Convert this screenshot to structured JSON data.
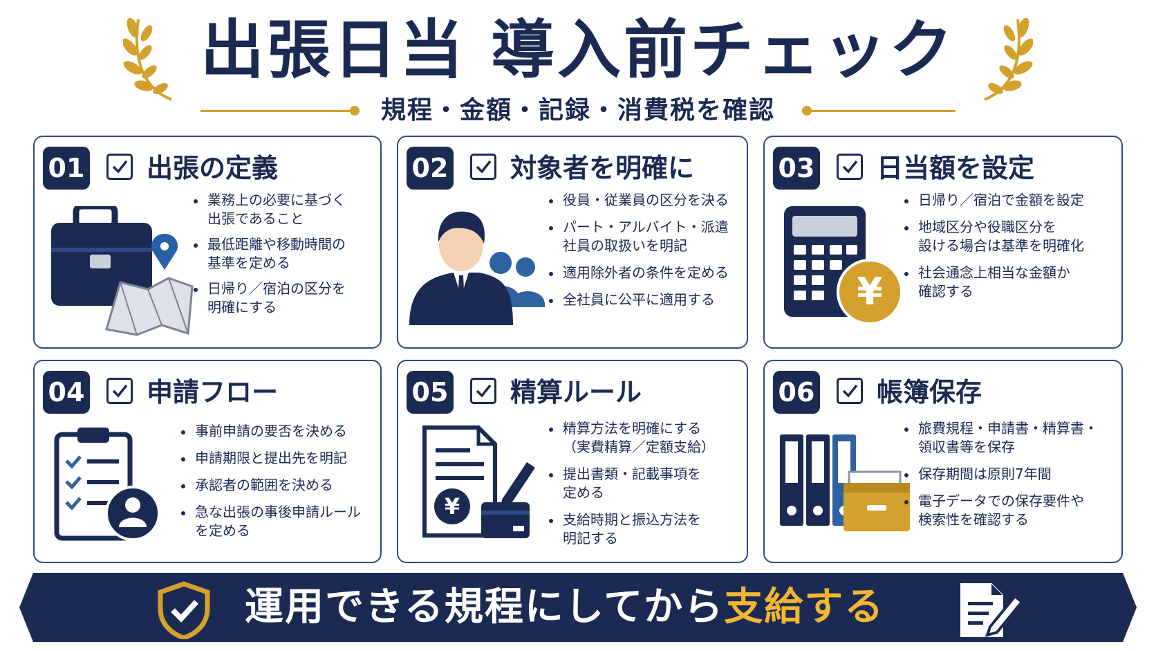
{
  "header": {
    "title": "出張日当 導入前チェック",
    "subtitle": "規程・金額・記録・消費税を確認"
  },
  "cards": [
    {
      "number": "01",
      "title": "出張の定義",
      "bullets": [
        "業務上の必要に基づく\n出張であること",
        "最低距離や移動時間の\n基準を定める",
        "日帰り／宿泊の区分を\n明確にする"
      ]
    },
    {
      "number": "02",
      "title": "対象者を明確に",
      "bullets": [
        "役員・従業員の区分を決る",
        "パート・アルバイト・派遣\n社員の取扱いを明記",
        "適用除外者の条件を定める",
        "全社員に公平に適用する"
      ]
    },
    {
      "number": "03",
      "title": "日当額を設定",
      "bullets": [
        "日帰り／宿泊で金額を設定",
        "地域区分や役職区分を\n設ける場合は基準を明確化",
        "社会通念上相当な金額か\n確認する"
      ]
    },
    {
      "number": "04",
      "title": "申請フロー",
      "bullets": [
        "事前申請の要否を決める",
        "申請期限と提出先を明記",
        "承認者の範囲を決める",
        "急な出張の事後申請ルール\nを定める"
      ]
    },
    {
      "number": "05",
      "title": "精算ルール",
      "bullets": [
        "精算方法を明確にする\n（実費精算／定額支給）",
        "提出書類・記載事項を\n定める",
        "支給時期と振込方法を\n明記する"
      ]
    },
    {
      "number": "06",
      "title": "帳簿保存",
      "bullets": [
        "旅費規程・申請書・精算書・\n領収書等を保存",
        "保存期間は原則7年間",
        "電子データでの保存要件や\n検索性を確認する"
      ]
    }
  ],
  "banner": {
    "text": "運用できる規程にしてから",
    "accent": "支給する"
  },
  "icons": {
    "yen_symbol": "¥",
    "card1": "briefcase-icon",
    "card2": "business-person-icon",
    "card3": "calculator-icon",
    "card4": "clipboard-icon",
    "card5": "document-pen-icon",
    "card6": "binders-icon",
    "banner_left": "shield-check-icon",
    "banner_right": "document-edit-icon"
  },
  "colors": {
    "navy": "#1b2a52",
    "gold": "#d4a02e",
    "accent_yellow": "#f2b632",
    "border": "#2c4a85"
  }
}
